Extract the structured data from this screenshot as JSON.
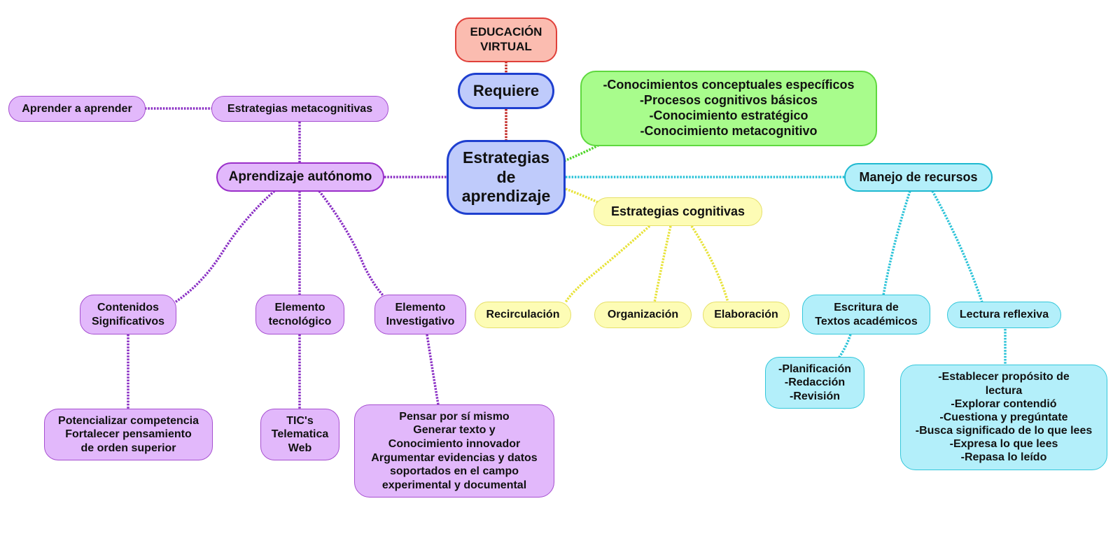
{
  "colors": {
    "purple_link": "#8a2fc4",
    "cyan_link": "#2bc3d8",
    "yellow_link": "#e8e33a",
    "green_link": "#4fd62a",
    "red_link": "#c0201c"
  },
  "nodes": {
    "educacion_virtual": "EDUCACIÓN\nVIRTUAL",
    "requiere": "Requiere",
    "estrategias_aprendizaje": "Estrategias\nde\naprendizaje",
    "conocimientos": "-Conocimientos conceptuales específicos\n-Procesos cognitivos básicos\n-Conocimiento estratégico\n-Conocimiento metacognitivo",
    "aprender_a_aprender": "Aprender a aprender",
    "estrategias_metacognitivas": "Estrategias metacognitivas",
    "aprendizaje_autonomo": "Aprendizaje autónomo",
    "contenidos_significativos": "Contenidos\nSignificativos",
    "elemento_tecnologico": "Elemento\ntecnológico",
    "elemento_investigativo": "Elemento\nInvestigativo",
    "potencializar": "Potencializar competencia\nFortalecer pensamiento\nde orden superior",
    "tics": "TIC's\nTelematica\nWeb",
    "pensar": "Pensar por sí mismo\nGenerar texto y\nConocimiento innovador\nArgumentar evidencias y datos\nsoportados en el campo\nexperimental y documental",
    "estrategias_cognitivas": "Estrategias cognitivas",
    "recirculacion": "Recirculación",
    "organizacion": "Organización",
    "elaboracion": "Elaboración",
    "manejo_recursos": "Manejo de recursos",
    "escritura": "Escritura de\nTextos académicos",
    "lectura": "Lectura reflexiva",
    "planificacion": "-Planificación\n-Redacción\n-Revisión",
    "establecer": "-Establecer propósito de\nlectura\n-Explorar contendió\n-Cuestiona y pregúntate\n-Busca significado de lo que lees\n-Expresa lo que lees\n-Repasa lo leído"
  }
}
